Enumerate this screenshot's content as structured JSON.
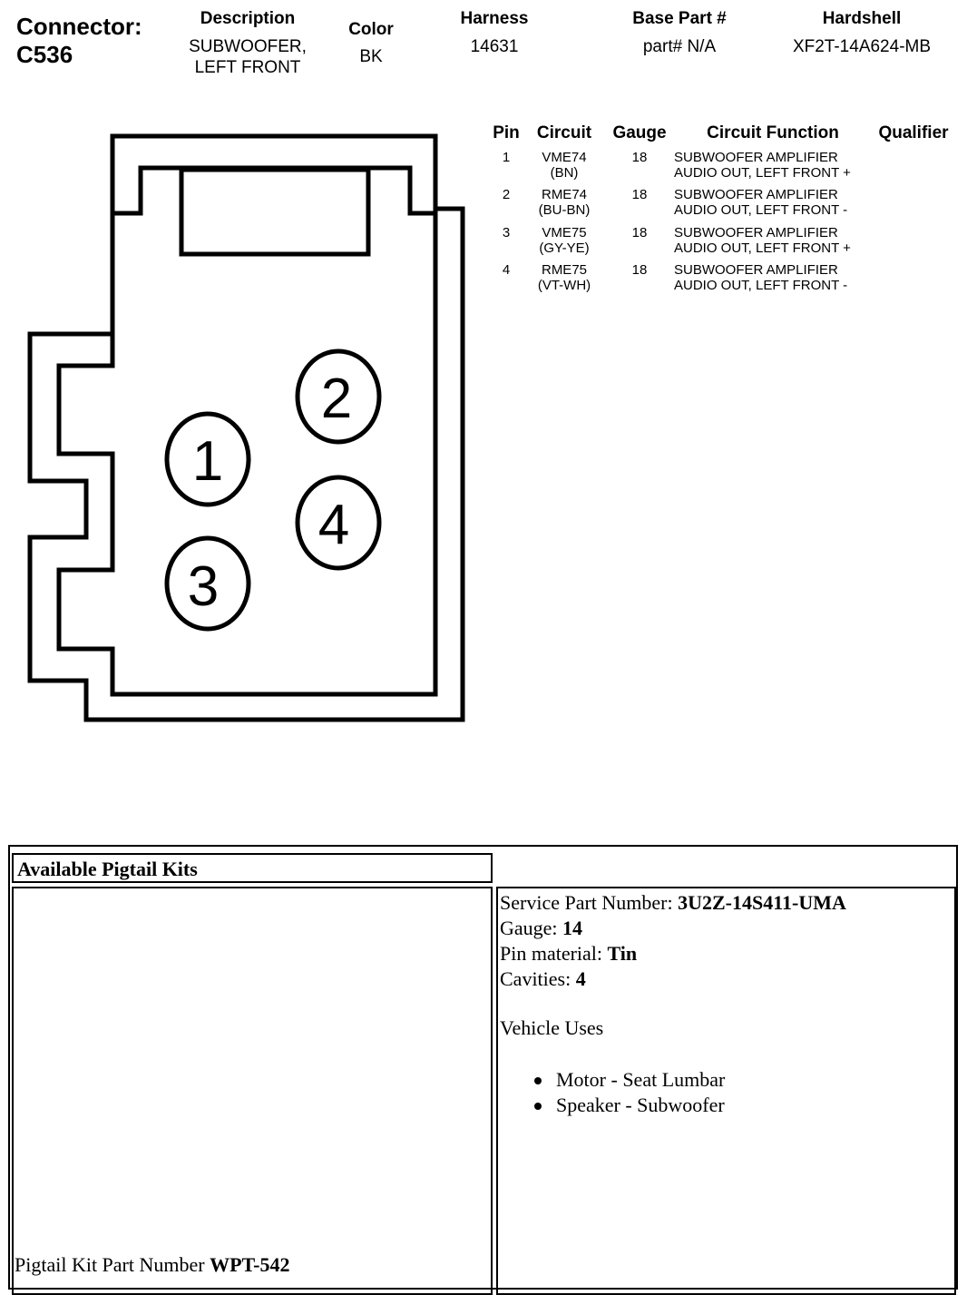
{
  "header": {
    "connector_label": "Connector:",
    "connector_id": "C536",
    "columns": [
      {
        "label": "Description",
        "value_lines": [
          "SUBWOOFER,",
          "LEFT FRONT"
        ]
      },
      {
        "label": "Color",
        "value_lines": [
          "BK"
        ]
      },
      {
        "label": "Harness",
        "value_lines": [
          "14631"
        ]
      },
      {
        "label": "Base Part #",
        "value_lines": [
          "part# N/A"
        ]
      },
      {
        "label": "Hardshell",
        "value_lines": [
          "XF2T-14A624-MB"
        ]
      }
    ]
  },
  "pin_table": {
    "headers": [
      "Pin",
      "Circuit",
      "Gauge",
      "Circuit Function",
      "Qualifier"
    ],
    "rows": [
      {
        "pin": "1",
        "circuit": "VME74",
        "color": "(BN)",
        "gauge": "18",
        "function_lines": [
          "SUBWOOFER AMPLIFIER",
          "AUDIO OUT, LEFT FRONT +"
        ]
      },
      {
        "pin": "2",
        "circuit": "RME74",
        "color": "(BU-BN)",
        "gauge": "18",
        "function_lines": [
          "SUBWOOFER AMPLIFIER",
          "AUDIO OUT, LEFT FRONT -"
        ]
      },
      {
        "pin": "3",
        "circuit": "VME75",
        "color": "(GY-YE)",
        "gauge": "18",
        "function_lines": [
          "SUBWOOFER AMPLIFIER",
          "AUDIO OUT, LEFT FRONT +"
        ]
      },
      {
        "pin": "4",
        "circuit": "RME75",
        "color": "(VT-WH)",
        "gauge": "18",
        "function_lines": [
          "SUBWOOFER AMPLIFIER",
          "AUDIO OUT, LEFT FRONT -"
        ]
      }
    ]
  },
  "diagram": {
    "pins": [
      "1",
      "2",
      "3",
      "4"
    ]
  },
  "pigtail": {
    "heading": "Available Pigtail Kits",
    "kit_label": "Pigtail Kit Part Number ",
    "kit_number": "WPT-542",
    "specs": [
      {
        "label": "Service Part Number: ",
        "value": "3U2Z-14S411-UMA"
      },
      {
        "label": "Gauge: ",
        "value": "14"
      },
      {
        "label": "Pin material: ",
        "value": "Tin"
      },
      {
        "label": "Cavities: ",
        "value": "4"
      }
    ],
    "uses_title": "Vehicle Uses",
    "uses": [
      "Motor - Seat Lumbar",
      "Speaker - Subwoofer"
    ]
  }
}
